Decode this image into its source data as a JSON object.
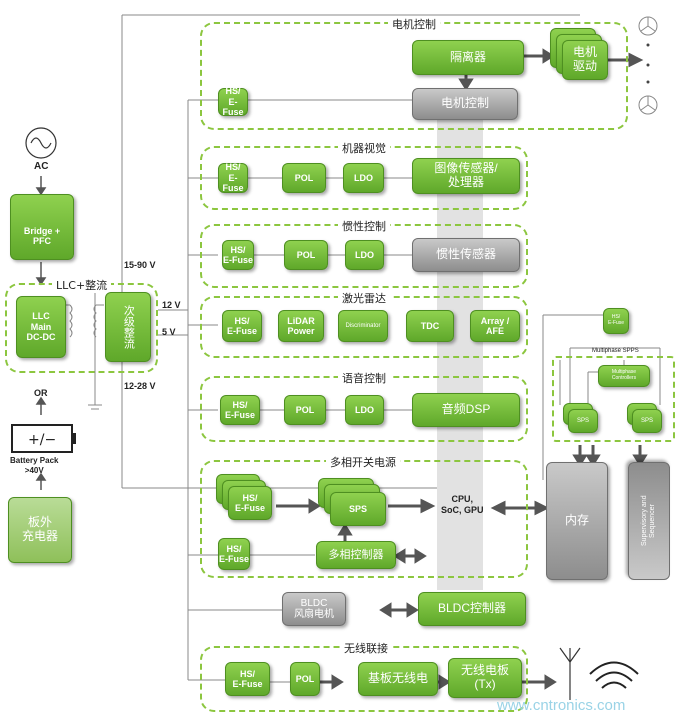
{
  "labels": {
    "ac": "AC",
    "llc_group": "LLC+整流",
    "v1590": "15-90 V",
    "v12": "12 V",
    "v5": "5 V",
    "v1228": "12-28 V",
    "or": "OR",
    "battery": "Battery Pack\n>40V",
    "multiphase_spps": "Multiphase SPPS"
  },
  "groups": {
    "motor": "电机控制",
    "vision": "机器视觉",
    "inertial": "惯性控制",
    "lidar": "激光雷达",
    "voice": "语音控制",
    "multiphase": "多相开关电源",
    "wireless": "无线联接"
  },
  "blocks": {
    "bridge": "Bridge +\nPFC",
    "llc_main": "LLC\nMain\nDC-DC",
    "secondary": "次级整流",
    "offboard": "板外\n充电器",
    "motor_fuse": "HS/\nE-Fuse",
    "isolator": "隔离器",
    "motor_drive": "电机\n驱动",
    "motor_ctrl": "电机控制",
    "vision_fuse": "HS/\nE-Fuse",
    "vision_pol": "POL",
    "vision_ldo": "LDO",
    "vision_sensor": "图像传感器/\n处理器",
    "inertial_fuse": "HS/\nE-Fuse",
    "inertial_pol": "POL",
    "inertial_ldo": "LDO",
    "inertial_sensor": "惯性传感器",
    "lidar_fuse": "HS/\nE-Fuse",
    "lidar_power": "LiDAR\nPower",
    "lidar_disc": "Discriminator",
    "lidar_tdc": "TDC",
    "lidar_afe": "Array /\nAFE",
    "voice_fuse": "HS/\nE-Fuse",
    "voice_pol": "POL",
    "voice_ldo": "LDO",
    "voice_dsp": "音频DSP",
    "mp_fuse": "HS/\nE-Fuse",
    "mp_sps": "SPS",
    "mp_fuse2": "HS/\nE-Fuse",
    "mp_ctrl": "多相控制器",
    "cpu": "CPU,\nSoC, GPU",
    "memory": "内存",
    "supervisory": "Supervisory and\nSequencer",
    "hs_fuse_small": "HS/\nE-Fuse",
    "mp_controller_small": "Multiphase\nControllers",
    "sps_small_left": "SPS",
    "sps_small_right": "SPS",
    "bldc_fan": "BLDC\n风扇电机",
    "bldc_ctrl": "BLDC控制器",
    "wl_fuse": "HS/\nE-Fuse",
    "wl_pol": "POL",
    "wl_baseband": "基板无线电",
    "wl_rf": "无线电板\n(Tx)"
  },
  "watermark": "www.cntronics.com",
  "colors": {
    "green": "#7dc242",
    "dashed": "#8cc63f",
    "gray": "#9b9b9b"
  }
}
